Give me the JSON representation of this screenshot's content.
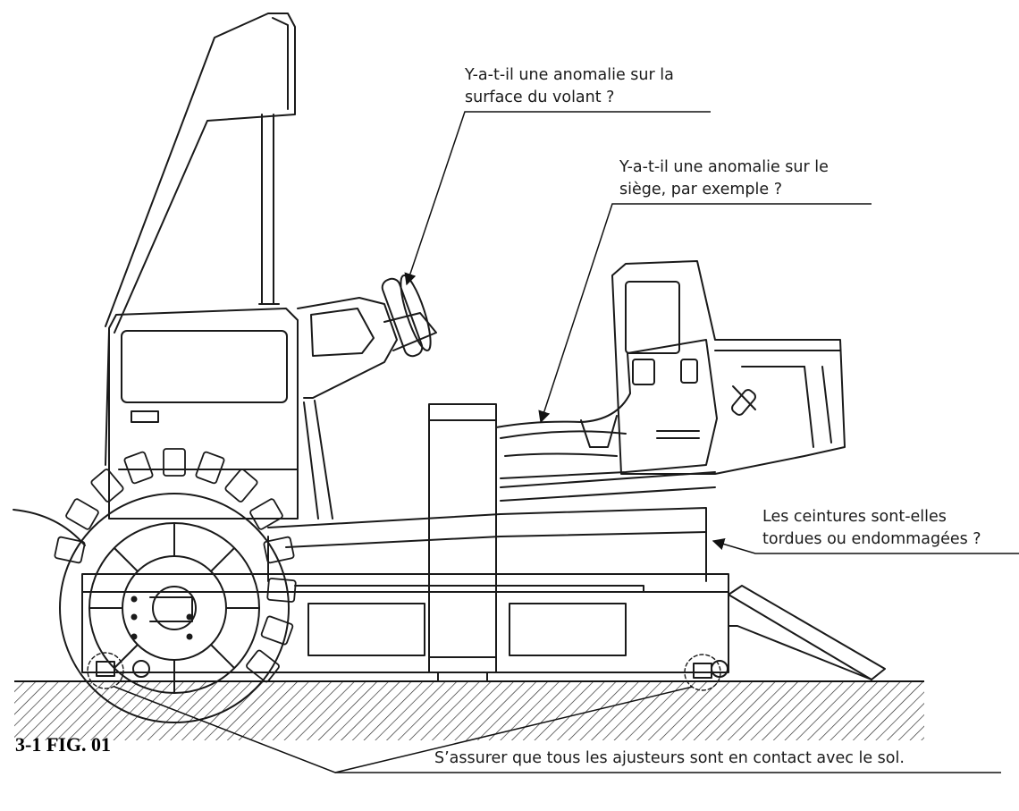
{
  "figure": {
    "caption": "3-1 FIG. 01",
    "callouts": {
      "steering_wheel": {
        "line1": "Y-a-t-il une anomalie sur la",
        "line2": "surface du volant ?"
      },
      "seat": {
        "line1": "Y-a-t-il une anomalie sur le",
        "line2": "siège, par exemple ?"
      },
      "seat_belts": {
        "line1": "Les ceintures sont-elles",
        "line2": "tordues ou endommagées ?"
      },
      "adjusters": {
        "line1": "S’assurer que tous les ajusteurs sont en contact avec le sol."
      }
    }
  }
}
